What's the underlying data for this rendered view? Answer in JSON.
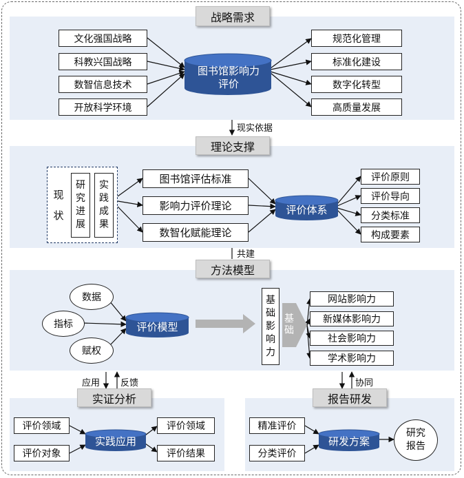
{
  "sections": {
    "strategy": {
      "title": "战略需求",
      "left_items": [
        "文化强国战略",
        "科教兴国战略",
        "数智信息技术",
        "开放科学环境"
      ],
      "center": "图书馆影响力评价",
      "right_items": [
        "规范化管理",
        "标准化建设",
        "数字化转型",
        "高质量发展"
      ]
    },
    "link_1": "现实依据",
    "theory": {
      "title": "理论支撑",
      "status_label": "现状",
      "status_items": [
        "研究进展",
        "实践成果"
      ],
      "middle_items": [
        "图书馆评估标准",
        "影响力评价理论",
        "数智化赋能理论"
      ],
      "center": "评价体系",
      "right_items": [
        "评价原则",
        "评价导向",
        "分类标准",
        "构成要素"
      ]
    },
    "link_2": "共建",
    "method": {
      "title": "方法模型",
      "inputs": [
        "数据",
        "指标",
        "赋权"
      ],
      "center": "评价模型",
      "base_box": "基础影响力",
      "chevron": "基础",
      "right_items": [
        "网站影响力",
        "新媒体影响力",
        "社会影响力",
        "学术影响力"
      ]
    },
    "link_left_down": "应用",
    "link_left_up": "反馈",
    "link_right": "协同",
    "empirical": {
      "title": "实证分析",
      "left_items": [
        "评价领域",
        "评价对象"
      ],
      "center": "实践应用",
      "right_items": [
        "评价领域",
        "评价结果"
      ]
    },
    "report": {
      "title": "报告研发",
      "left_items": [
        "精准评价",
        "分类评价"
      ],
      "center": "研发方案",
      "output": "研究报告"
    }
  },
  "colors": {
    "panel": "#e8eef7",
    "cylinder": "#2e5496",
    "cylinder_top": "#4472c4",
    "title_bg": "#d9d9d9",
    "arrow_gray": "#b3b3b3"
  }
}
